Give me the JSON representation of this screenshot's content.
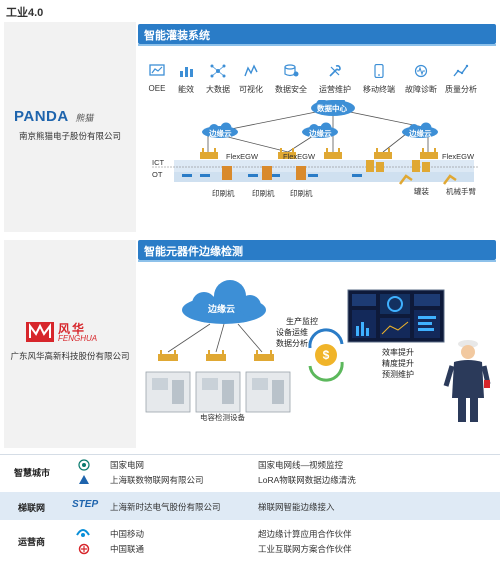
{
  "page_title": "工业4.0",
  "section1": {
    "banner": "智能灌装系统",
    "company_logo_text": "PANDA",
    "company_logo_sub": "熊猫",
    "company_name": "南京熊猫电子股份有限公司",
    "icons": [
      {
        "label": "OEE",
        "icon": "oee-icon"
      },
      {
        "label": "能效",
        "icon": "bar-chart-icon"
      },
      {
        "label": "大数据",
        "icon": "big-data-icon"
      },
      {
        "label": "可视化",
        "icon": "visualization-icon"
      },
      {
        "label": "数据安全",
        "icon": "database-shield-icon"
      },
      {
        "label": "运营维护",
        "icon": "wrench-icon"
      },
      {
        "label": "移动终端",
        "icon": "mobile-icon"
      },
      {
        "label": "故障诊断",
        "icon": "diagnosis-icon"
      },
      {
        "label": "质量分析",
        "icon": "line-chart-icon"
      }
    ],
    "data_center": "数据中心",
    "edge_cloud": "边缘云",
    "gateway": "FlexEGW",
    "ict": "ICT",
    "ot": "OT",
    "machine_printer": "印刷机",
    "machine_tank": "罐装",
    "machine_arm": "机械手臂"
  },
  "section2": {
    "banner": "智能元器件边缘检测",
    "company_logo_text": "风华",
    "company_logo_sub": "FENGHUA",
    "company_name": "广东风华高新科技股份有限公司",
    "edge_cloud": "边缘云",
    "functions": [
      "生产监控",
      "设备运维",
      "数据分析"
    ],
    "benefits": [
      "效率提升",
      "精度提升",
      "预测维护"
    ],
    "device_label": "电容检测设备"
  },
  "table": [
    {
      "category": "智慧城市",
      "logos": [
        "state-grid-logo",
        "shanghai-iot-logo"
      ],
      "companies": [
        "国家电网",
        "上海联数物联网有限公司"
      ],
      "descriptions": [
        "国家电网线—视频监控",
        "LoRA物联网数据边缘清洗"
      ]
    },
    {
      "category": "梯联网",
      "logos": [
        "step-logo"
      ],
      "logo_text": "STEP",
      "companies": [
        "上海新时达电气股份有限公司"
      ],
      "descriptions": [
        "梯联网智能边缘接入"
      ]
    },
    {
      "category": "运营商",
      "logos": [
        "china-mobile-logo",
        "china-unicom-logo"
      ],
      "companies": [
        "中国移动",
        "中国联通"
      ],
      "descriptions": [
        "超边缘计算应用合作伙伴",
        "工业互联网方案合作伙伴"
      ]
    }
  ],
  "colors": {
    "banner": "#2a7cc7",
    "accent_light": "#8dc1ea",
    "panel_bg": "#f2f2f2",
    "logo_red": "#d7262b",
    "cloud": "#3d8fd6",
    "table_stripe": "#dfeaf5"
  }
}
